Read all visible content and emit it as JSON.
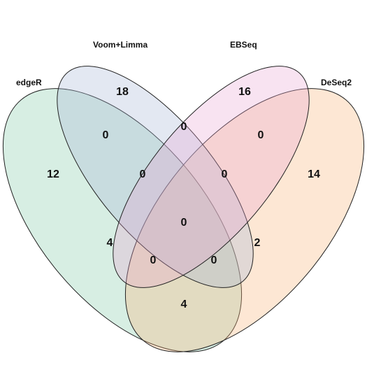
{
  "sets": [
    {
      "id": "edger",
      "label": "edgeR",
      "color": "#6fc29a"
    },
    {
      "id": "voom",
      "label": "Voom+Limma",
      "color": "#a7b7d8"
    },
    {
      "id": "ebseq",
      "label": "EBSeq",
      "color": "#e8a2cf"
    },
    {
      "id": "deseq2",
      "label": "DeSeq2",
      "color": "#f9b37a"
    }
  ],
  "regions": [
    {
      "sets": [
        "edger"
      ],
      "count": "12"
    },
    {
      "sets": [
        "voom"
      ],
      "count": "18"
    },
    {
      "sets": [
        "ebseq"
      ],
      "count": "16"
    },
    {
      "sets": [
        "deseq2"
      ],
      "count": "14"
    },
    {
      "sets": [
        "edger",
        "voom"
      ],
      "count": "0"
    },
    {
      "sets": [
        "voom",
        "ebseq"
      ],
      "count": "0"
    },
    {
      "sets": [
        "ebseq",
        "deseq2"
      ],
      "count": "0"
    },
    {
      "sets": [
        "edger",
        "ebseq"
      ],
      "count": "4"
    },
    {
      "sets": [
        "voom",
        "deseq2"
      ],
      "count": "2"
    },
    {
      "sets": [
        "edger",
        "deseq2"
      ],
      "count": "4"
    },
    {
      "sets": [
        "edger",
        "voom",
        "ebseq"
      ],
      "count": "0"
    },
    {
      "sets": [
        "voom",
        "ebseq",
        "deseq2"
      ],
      "count": "0"
    },
    {
      "sets": [
        "edger",
        "ebseq",
        "deseq2"
      ],
      "count": "0"
    },
    {
      "sets": [
        "edger",
        "voom",
        "deseq2"
      ],
      "count": "0"
    },
    {
      "sets": [
        "edger",
        "voom",
        "ebseq",
        "deseq2"
      ],
      "count": "0"
    }
  ]
}
